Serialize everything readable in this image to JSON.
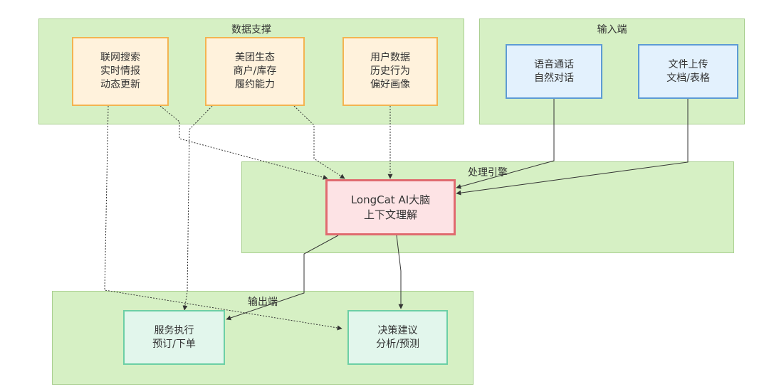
{
  "groups": {
    "data_support": {
      "title": "数据支撑"
    },
    "input": {
      "title": "输入端"
    },
    "engine": {
      "title": "处理引擎"
    },
    "output": {
      "title": "输出端"
    }
  },
  "nodes": {
    "web_search": {
      "lines": [
        "联网搜索",
        "实时情报",
        "动态更新"
      ]
    },
    "meituan": {
      "lines": [
        "美团生态",
        "商户/库存",
        "履约能力"
      ]
    },
    "user_data": {
      "lines": [
        "用户数据",
        "历史行为",
        "偏好画像"
      ]
    },
    "voice": {
      "lines": [
        "语音通话",
        "自然对话"
      ]
    },
    "file": {
      "lines": [
        "文件上传",
        "文档/表格"
      ]
    },
    "longcat": {
      "lines": [
        "LongCat AI大脑",
        "上下文理解"
      ]
    },
    "service": {
      "lines": [
        "服务执行",
        "预订/下单"
      ]
    },
    "decision": {
      "lines": [
        "决策建议",
        "分析/预测"
      ]
    }
  },
  "colors": {
    "group_fill": "#d6f0c4",
    "data_border": "#f3b451",
    "input_border": "#5d9bd5",
    "core_border": "#e06a6f",
    "output_border": "#6ccfa5",
    "edge": "#333333"
  }
}
